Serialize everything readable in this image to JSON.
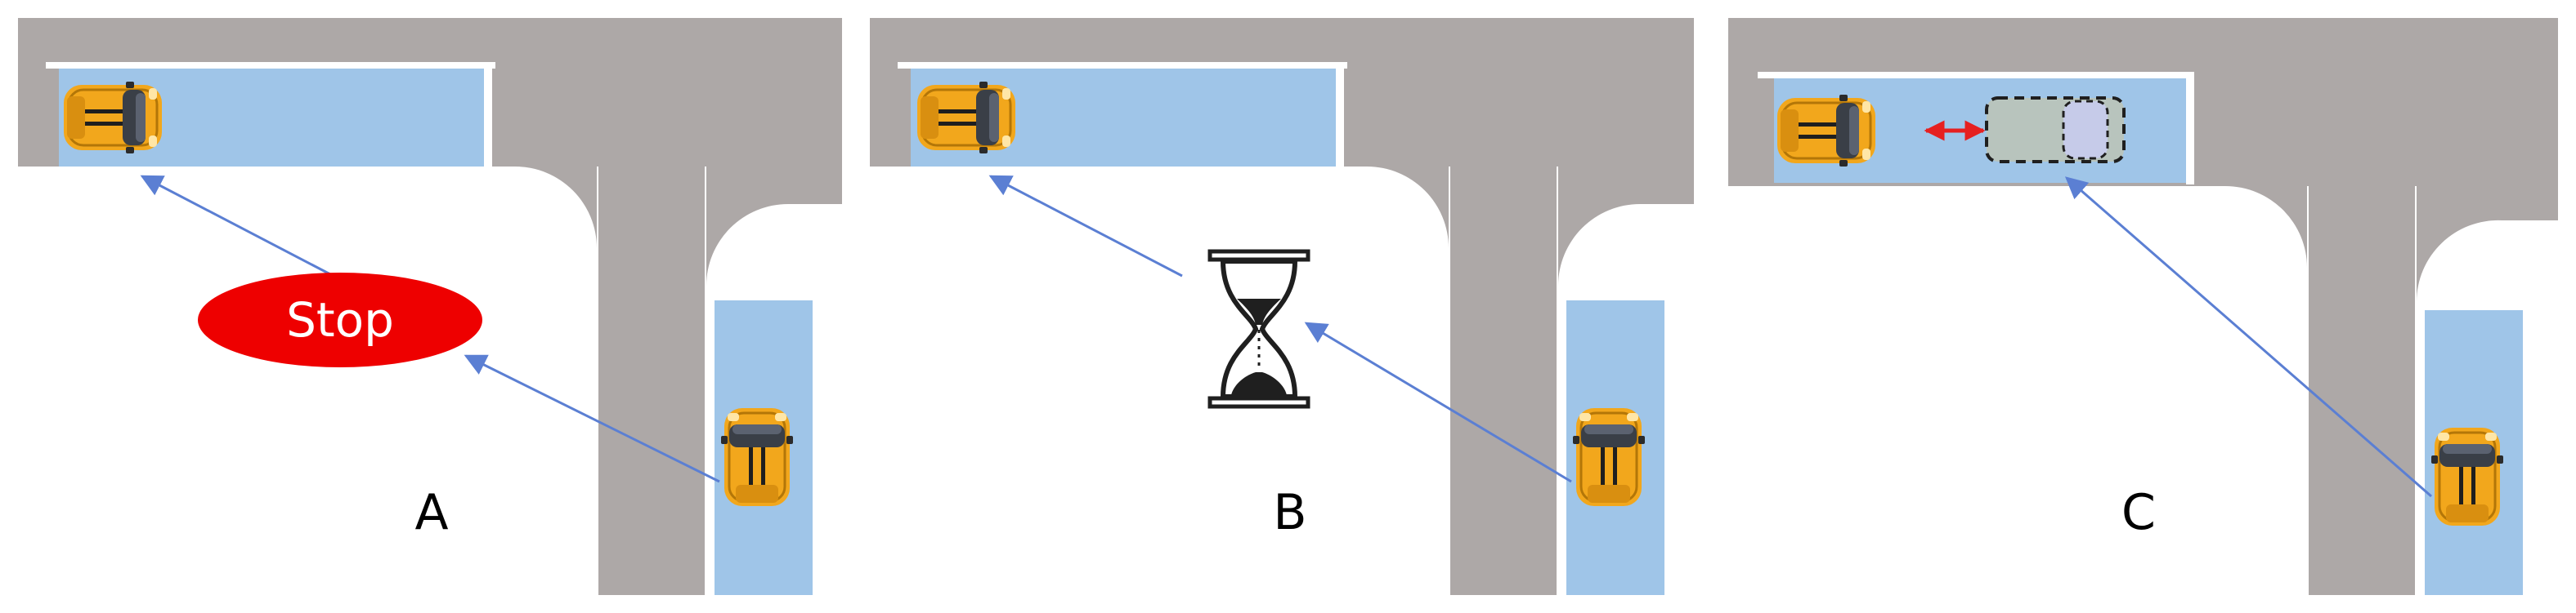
{
  "colors": {
    "road": "#ada8a7",
    "lane_highlight": "#9fc5e8",
    "arrow": "#5b7fd3",
    "stop_sign": "#ee0000",
    "distance_arrow": "#e62020",
    "ghost_car": "#b8c4bd",
    "ghost_car_front": "#c6cbe9",
    "car_body": "#f2a71c",
    "car_stripe": "#1f1f1f"
  },
  "icons": {
    "car": "car-top-view-icon",
    "stop": "stop-sign-icon",
    "wait": "hourglass-icon",
    "distance": "double-headed-arrow-icon",
    "ghost": "ghost-car-outline-icon"
  },
  "stop_sign": {
    "label": "Stop"
  },
  "panels": [
    {
      "id": "a",
      "label": "A",
      "indicator": "stop"
    },
    {
      "id": "b",
      "label": "B",
      "indicator": "hourglass"
    },
    {
      "id": "c",
      "label": "C",
      "indicator": "distance"
    }
  ]
}
